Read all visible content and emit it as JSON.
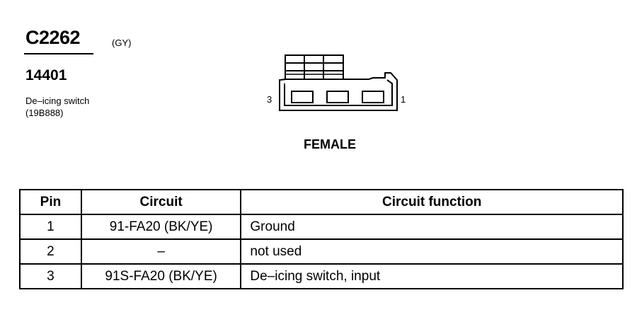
{
  "connector": {
    "id": "C2262",
    "color_code": "(GY)",
    "part_number": "14401",
    "description_line1": "De–icing switch",
    "description_line2": "(19B888)"
  },
  "diagram": {
    "pin_left_label": "3",
    "pin_right_label": "1",
    "gender_label": "FEMALE"
  },
  "table": {
    "headers": [
      "Pin",
      "Circuit",
      "Circuit function"
    ],
    "rows": [
      {
        "pin": "1",
        "circuit": "91-FA20 (BK/YE)",
        "function": "Ground"
      },
      {
        "pin": "2",
        "circuit": "–",
        "function": "not used"
      },
      {
        "pin": "3",
        "circuit": "91S-FA20 (BK/YE)",
        "function": "De–icing switch, input"
      }
    ]
  }
}
